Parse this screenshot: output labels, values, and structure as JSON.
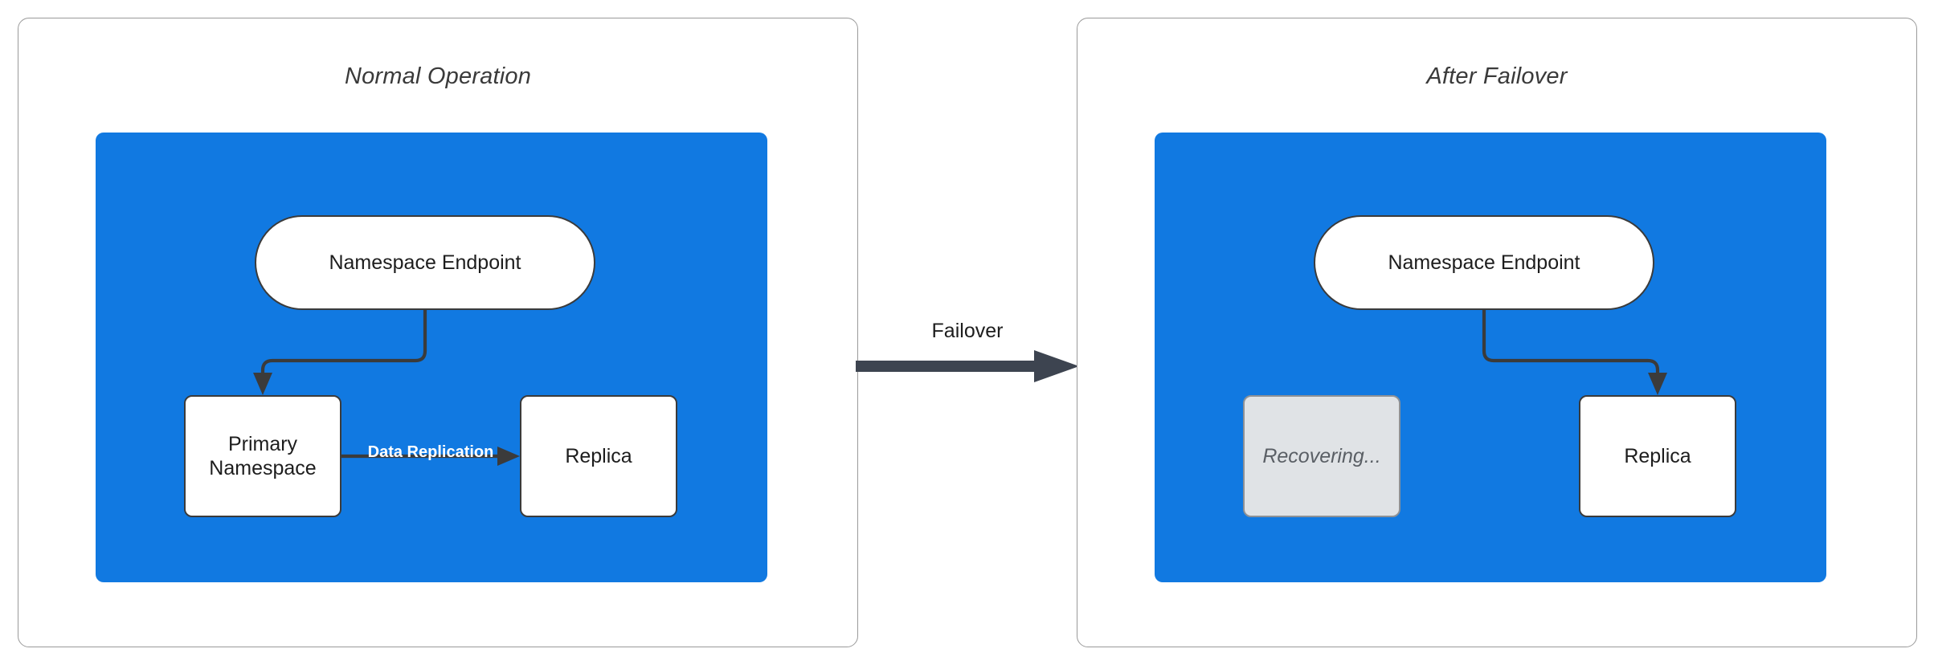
{
  "diagram": {
    "title_left": "Normal Operation",
    "title_right": "After Failover",
    "transition_label": "Failover",
    "colors": {
      "zone_blue": "#1179e1",
      "node_white": "#ffffff",
      "node_border": "#3b3b3b",
      "recovering_fill": "#e0e3e6",
      "recovering_text": "#5a5f65",
      "arrow_dark": "#3d4450",
      "panel_border": "#9a9a9a",
      "replication_label": "#ffffff"
    },
    "panels": [
      {
        "id": "normal-operation",
        "title": "Normal Operation",
        "nodes": [
          {
            "id": "endpoint",
            "label": "Namespace Endpoint",
            "shape": "pill",
            "state": "active"
          },
          {
            "id": "primary",
            "label": "Primary Namespace",
            "shape": "rect",
            "state": "active"
          },
          {
            "id": "replica",
            "label": "Replica",
            "shape": "rect",
            "state": "active"
          }
        ],
        "edges": [
          {
            "from": "endpoint",
            "to": "primary",
            "label": "",
            "style": "elbow-left"
          },
          {
            "from": "primary",
            "to": "replica",
            "label": "Data Replication",
            "style": "straight"
          }
        ]
      },
      {
        "id": "after-failover",
        "title": "After Failover",
        "nodes": [
          {
            "id": "endpoint",
            "label": "Namespace Endpoint",
            "shape": "pill",
            "state": "active"
          },
          {
            "id": "recovering",
            "label": "Recovering...",
            "shape": "rect",
            "state": "recovering"
          },
          {
            "id": "replica",
            "label": "Replica",
            "shape": "rect",
            "state": "active"
          }
        ],
        "edges": [
          {
            "from": "endpoint",
            "to": "replica",
            "label": "",
            "style": "elbow-right"
          }
        ]
      }
    ]
  }
}
